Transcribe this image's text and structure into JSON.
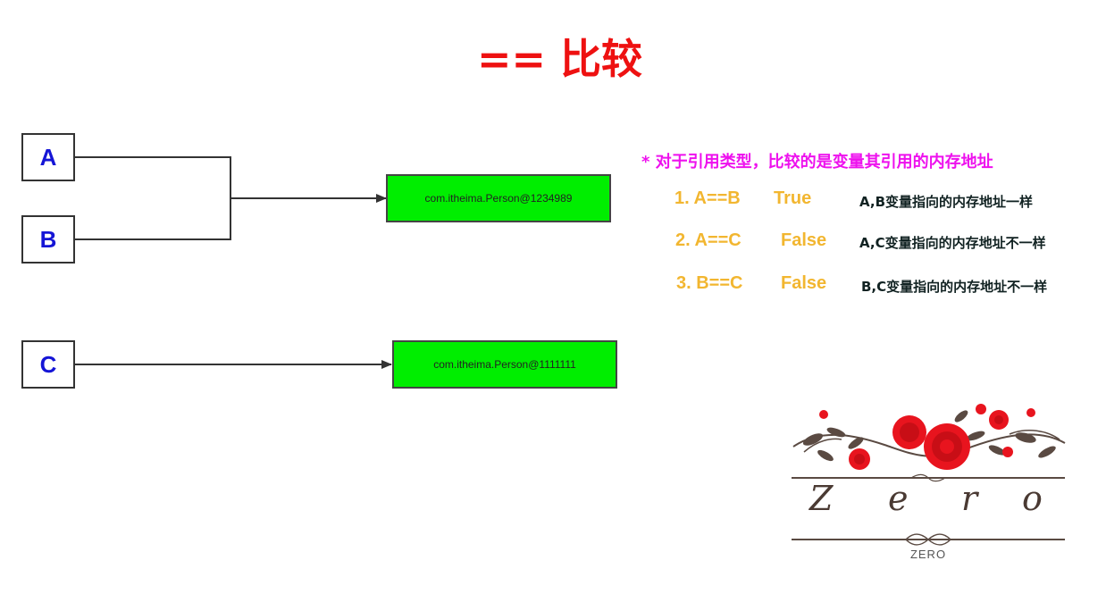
{
  "title": "==  比较",
  "variables": {
    "a": "A",
    "b": "B",
    "c": "C"
  },
  "objects": {
    "obj1": "com.itheima.Person@1234989",
    "obj2": "com.itheima.Person@1111111"
  },
  "note": "* 对于引用类型，比较的是变量其引用的内存地址",
  "comparisons": [
    {
      "expr": "1. A==B",
      "result": "True",
      "desc": "A,B变量指向的内存地址一样"
    },
    {
      "expr": "2. A==C",
      "result": "False",
      "desc": "A,C变量指向的内存地址不一样"
    },
    {
      "expr": "3. B==C",
      "result": "False",
      "desc": "B,C变量指向的内存地址不一样"
    }
  ],
  "logo": {
    "letters": [
      "Z",
      "e",
      "r",
      "o"
    ],
    "subtitle": "ZERO"
  },
  "colors": {
    "title": "#ee1111",
    "variable_text": "#1515d6",
    "object_fill": "#00ee00",
    "note": "#ee11ee",
    "comparison": "#f2b630"
  }
}
